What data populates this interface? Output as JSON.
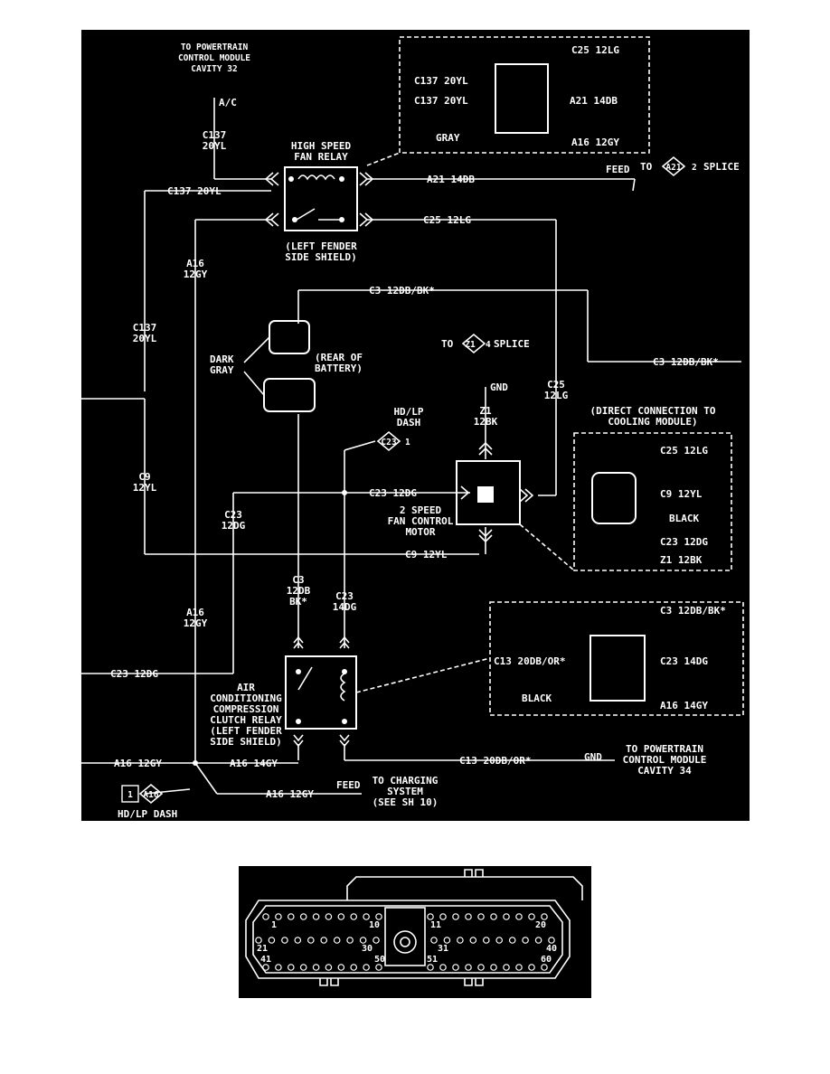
{
  "diagram": {
    "top_left_note": [
      "TO POWERTRAIN",
      "CONTROL MODULE",
      "CAVITY 32"
    ],
    "ac": "A/C",
    "c137_vertical": [
      "C137",
      "20YL"
    ],
    "hs_relay_title": [
      "HIGH SPEED",
      "FAN RELAY"
    ],
    "hs_relay_location": [
      "(LEFT FENDER",
      "SIDE SHIELD)"
    ],
    "c137_wire": "C137 20YL",
    "a21_wire": "A21 14DB",
    "feed": "FEED",
    "to_a21_splice": {
      "to": "TO",
      "code": "A21",
      "num": "2",
      "splice": "SPLICE"
    },
    "c25_wire": "C25 12LG",
    "a16_vertical": [
      "A16",
      "12GY"
    ],
    "c137_left_vertical": [
      "C137",
      "20YL"
    ],
    "c3_wire": "C3 12DB/BK*",
    "dark_gray": [
      "DARK",
      "GRAY"
    ],
    "rear_battery": [
      "(REAR OF",
      "BATTERY)"
    ],
    "to_z1_splice": {
      "to": "TO",
      "code": "Z1",
      "num": "4",
      "splice": "SPLICE"
    },
    "c3_right_wire": "C3 12DB/BK*",
    "gnd": "GND",
    "z1_vertical": [
      "Z1",
      "12BK"
    ],
    "c25_vertical": [
      "C25",
      "12LG"
    ],
    "hdlp_dash": [
      "HD/LP",
      "DASH"
    ],
    "c23_tag": {
      "code": "C23",
      "num": "1"
    },
    "direct_conn": [
      "(DIRECT CONNECTION TO",
      "COOLING MODULE)"
    ],
    "cool_conn": {
      "c25": "C25 12LG",
      "c9": "C9 12YL",
      "black": "BLACK",
      "c23": "C23 12DG",
      "z1": "Z1 12BK"
    },
    "c9_vertical": [
      "C9",
      "12YL"
    ],
    "c23_vertical": [
      "C23",
      "12DG"
    ],
    "c23_wire": "C23 12DG",
    "fan_motor": [
      "2 SPEED",
      "FAN CONTROL",
      "MOTOR"
    ],
    "c9_wire": "C9 12YL",
    "c3_vertical": [
      "C3",
      "12DB",
      "BK*"
    ],
    "c23_14_vertical": [
      "C23",
      "14DG"
    ],
    "a16_left_vertical": [
      "A16",
      "12GY"
    ],
    "c23_left_wire": "C23 12DG",
    "ac_relay": [
      "AIR",
      "CONDITIONING",
      "COMPRESSION",
      "CLUTCH RELAY",
      "(LEFT FENDER",
      "SIDE SHIELD)"
    ],
    "top_conn": {
      "c25": "C25 12LG",
      "c137a": "C137 20YL",
      "c137b": "C137 20YL",
      "a21": "A21 14DB",
      "gray": "GRAY",
      "a16": "A16 12GY"
    },
    "bot_conn": {
      "c3": "C3 12DB/BK*",
      "c13": "C13 20DB/OR*",
      "c23": "C23 14DG",
      "black": "BLACK",
      "a16": "A16 14GY"
    },
    "a16_bottom_left": "A16 12GY",
    "a16_14gy": "A16 14GY",
    "c13_wire": "C13 20DB/OR*",
    "gnd2": "GND",
    "pcm34": [
      "TO POWERTRAIN",
      "CONTROL MODULE",
      "CAVITY 34"
    ],
    "a16_feed_wire": "A16 12GY",
    "feed2": "FEED",
    "charging": [
      "TO CHARGING",
      "SYSTEM",
      "(SEE SH 10)"
    ],
    "hdlp_tag": {
      "num": "1",
      "code": "A16"
    },
    "hdlp_bottom": "HD/LP DASH"
  },
  "pcm_connector": {
    "pins": [
      "1",
      "10",
      "11",
      "20",
      "21",
      "30",
      "31",
      "40",
      "41",
      "50",
      "51",
      "60"
    ]
  }
}
